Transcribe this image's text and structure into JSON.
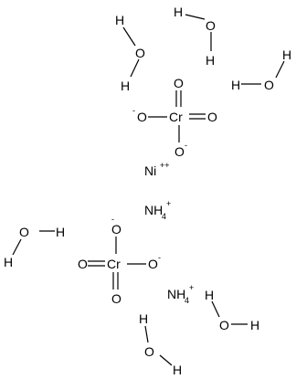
{
  "atoms": {
    "h": "H",
    "o": "O",
    "cr": "Cr",
    "ni": "Ni",
    "nh": "NH",
    "sub4": "4"
  },
  "charges": {
    "minus": "-",
    "plus": "+",
    "plusplus": "++"
  }
}
